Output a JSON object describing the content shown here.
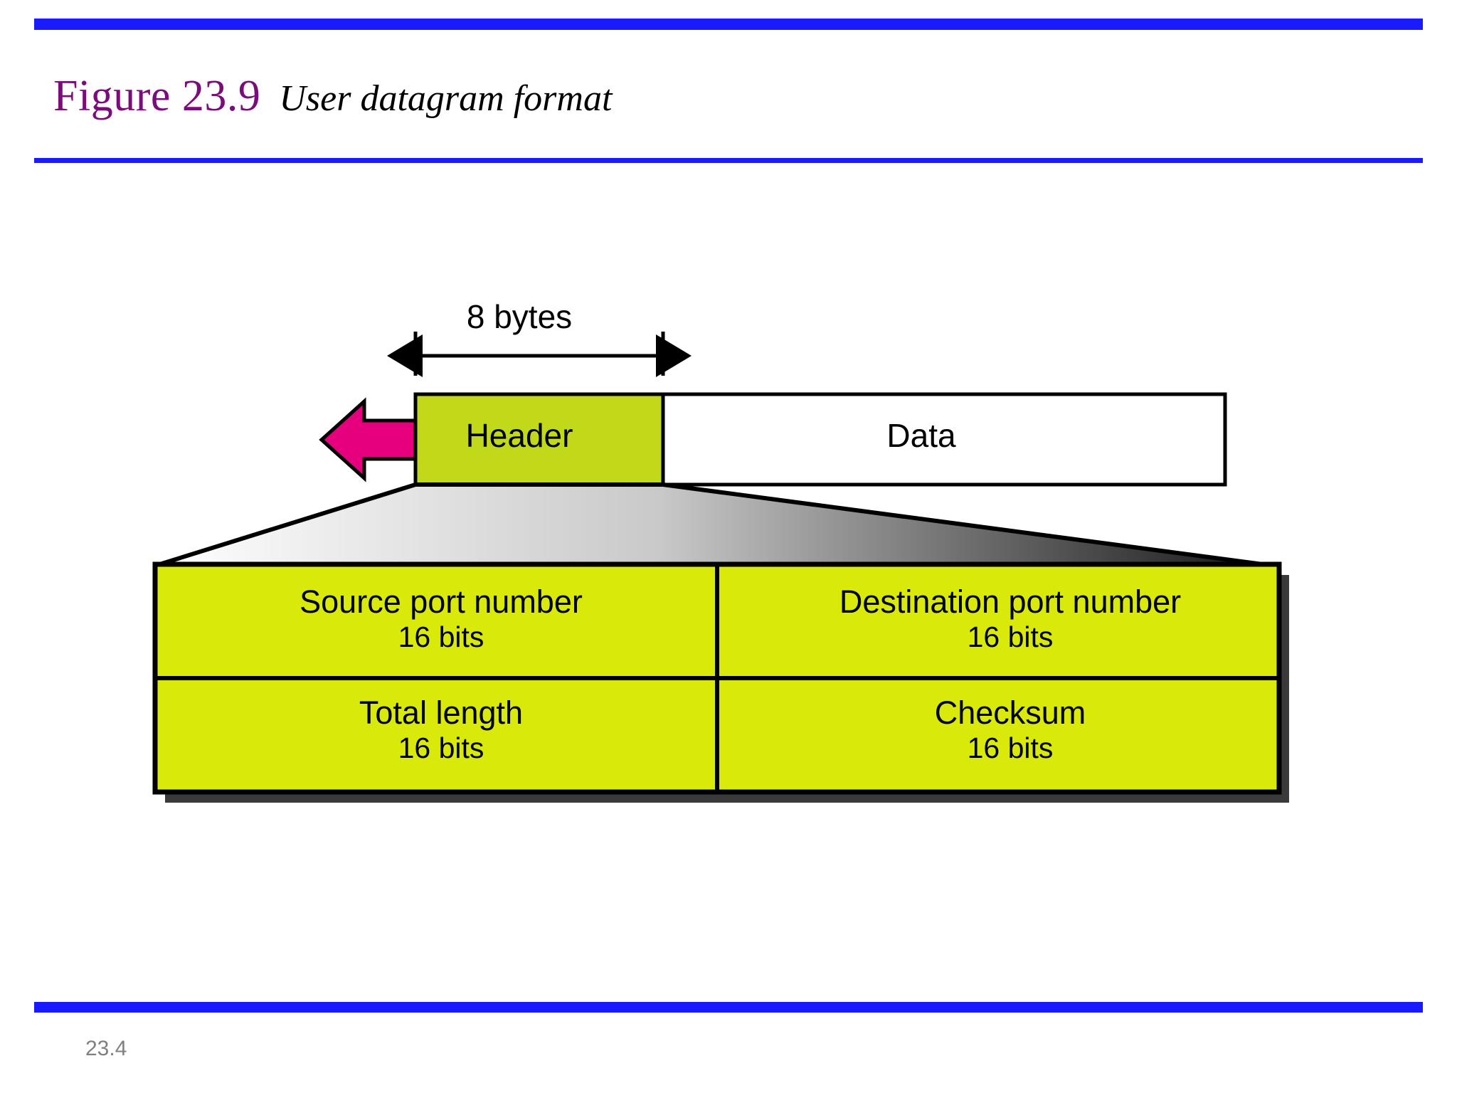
{
  "slide": {
    "figure_label": "Figure 23.9",
    "figure_caption": "User datagram format",
    "page_number": "23.4",
    "rule_color": "#1a1aff",
    "figure_label_color": "#7b0d7b"
  },
  "diagram": {
    "dimension_label": "8 bytes",
    "datagram": {
      "header_label": "Header",
      "data_label": "Data",
      "header_fill": "#c2d91a",
      "data_fill": "#ffffff",
      "arrow_color": "#e6007e"
    },
    "header_fields": [
      {
        "name": "Source port number",
        "size": "16 bits"
      },
      {
        "name": "Destination port number",
        "size": "16 bits"
      },
      {
        "name": "Total length",
        "size": "16 bits"
      },
      {
        "name": "Checksum",
        "size": "16 bits"
      }
    ],
    "field_fill": "#d9ea0a",
    "connector_gradient": {
      "from": "#ffffff",
      "to": "#1c1c1c"
    },
    "shadow_color": "#3a3a3a"
  }
}
